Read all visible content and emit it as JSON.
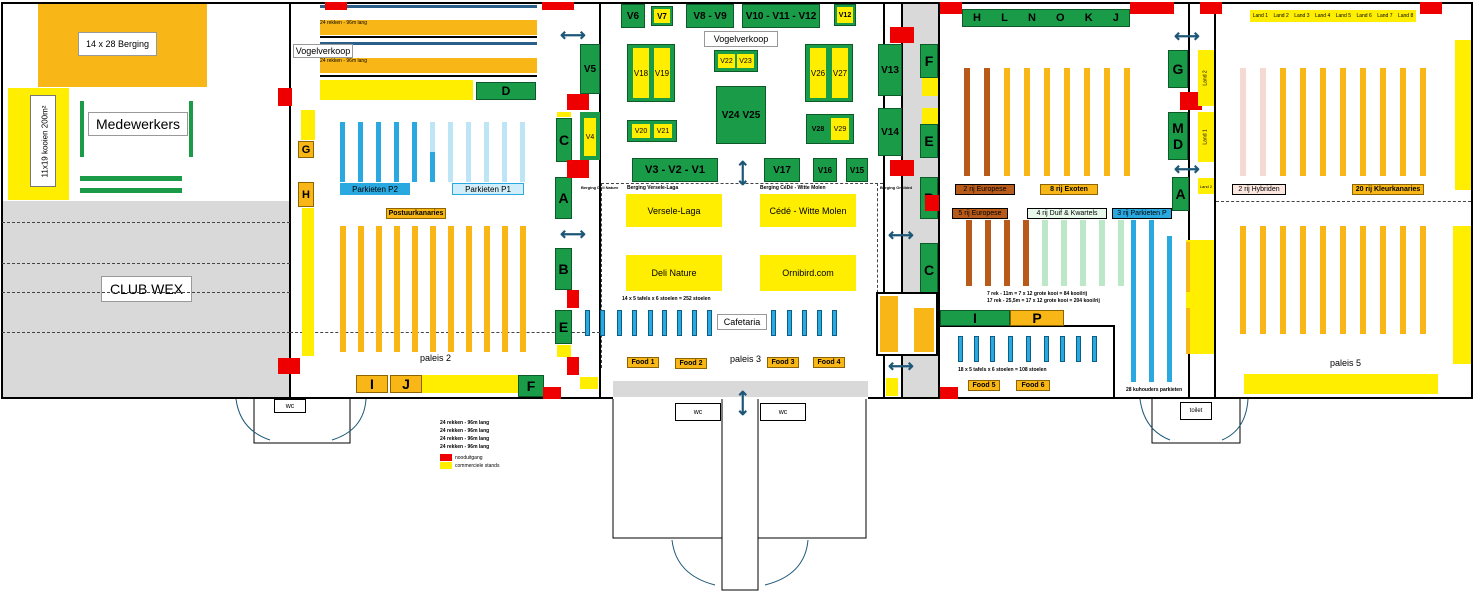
{
  "areas": {
    "storage": "14 x 28 Berging",
    "cooler": "11x19 kooien 200m²",
    "staff": "Medewerkers",
    "club": "CLUB WEX",
    "bird_sales_left": "Vogelverkoop",
    "bird_sales_center": "Vogelverkoop",
    "cafeteria": "Cafetaria",
    "palace2": "paleis 2",
    "palace3": "paleis 3",
    "palace5": "paleis 5",
    "wc_left": "wc",
    "wc_center_left": "wc",
    "wc_center_right": "wc",
    "toilet_right": "toilet"
  },
  "halls": {
    "parkieten_p2": "Parkieten P2",
    "parkieten_p1": "Parkieten P1",
    "postuurkanaries": "Postuurkanaries",
    "europese2": "2 rij Europese",
    "exoten": "8 rij Exoten",
    "europese5": "5 rij Europese",
    "duif": "4 rij Duif & Kwartels",
    "parkieten_p": "3 rij Parkieten P",
    "hybriden": "2 rij Hybriden",
    "kleurkanaries": "20 rij Kleurkanaries"
  },
  "sponsors": {
    "versele": "Versele-Laga",
    "cede": "Cédé - Witte Molen",
    "deli": "Deli Nature",
    "ornibird": "Ornibird.com",
    "berging_versele": "Berging Versele-Laga",
    "berging_cede": "Berging CéDé - Witte Molen",
    "berging_deli": "Berging Deli Nature",
    "berging_orni": "Berging Ornibird"
  },
  "food": [
    "Food 1",
    "Food 2",
    "Food 3",
    "Food 4",
    "Food 5",
    "Food 6"
  ],
  "stands": {
    "V6": "V6",
    "V7": "V7",
    "V8V9": "V8 - V9",
    "V10": "V10 - V11 - V12",
    "V12": "V12",
    "V18": "V18",
    "V19": "V19",
    "V22": "V22",
    "V23": "V23",
    "V26": "V26",
    "V27": "V27",
    "V24": "V24",
    "V25": "V25",
    "V20": "V20",
    "V21": "V21",
    "V28": "V28",
    "V29": "V29",
    "V3V2V1": "V3 - V2 - V1",
    "V17": "V17",
    "V16": "V16",
    "V15": "V15",
    "V5": "V5",
    "V4": "V4",
    "V13": "V13",
    "V14": "V14",
    "D": "D",
    "C": "C",
    "A": "A",
    "B": "B",
    "E": "E",
    "F": "F",
    "G": "G",
    "H": "H",
    "I": "I",
    "J": "J",
    "P": "P",
    "M": "M",
    "F2": "F",
    "E2": "E",
    "B2": "B",
    "C2": "C",
    "G2": "G",
    "D2": "D",
    "A2": "A",
    "I2": "I"
  },
  "top_row": [
    "H",
    "L",
    "N",
    "O",
    "K",
    "J"
  ],
  "notes": {
    "rows_left": "24 rekken - 96m lang",
    "tables_cafe": "14 x 5 tafels x 6 stoelen = 252 stoelen",
    "tables_right": "18 x 5 tafels x 6 stoelen = 108 stoelen",
    "rows_right1": "7 rek - 11m = 7 x 12 grote kooi = 84 kooi/rij",
    "rows_right2": "17 rek - 25,5m = 17 x 12 grote kooi = 204 kooi/rij",
    "parkiet_note": "28 kuhouders parkieten",
    "legend_red": "nooduitgang",
    "legend_yellow": "commerciele stands"
  },
  "land_labels": [
    "Land 1",
    "Land 2",
    "Land 3",
    "Land 4",
    "Land 5",
    "Land 6",
    "Land 7",
    "Land 8"
  ],
  "colors": {
    "green": "#1a9b48",
    "yellow": "#ffee00",
    "orange": "#f8b717",
    "red": "#ee0000",
    "blue": "#2aa8e0",
    "grey": "#d9d9d9",
    "brown": "#b85a1a"
  }
}
